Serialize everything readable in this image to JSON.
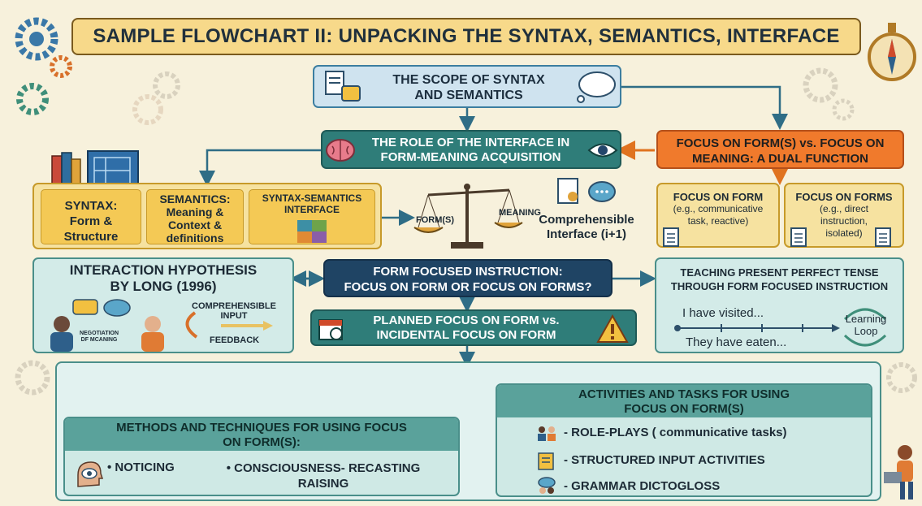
{
  "title": "SAMPLE FLOWCHART II: UNPACKING THE SYNTAX, SEMANTICS, INTERFACE",
  "scope": {
    "line1": "THE SCOPE OF SYNTAX",
    "line2": "AND SEMANTICS"
  },
  "role": {
    "line1": "THE ROLE OF THE INTERFACE IN",
    "line2": "FORM-MEANING ACQUISITION"
  },
  "focus_dual": {
    "line1": "FOCUS ON FORM(S) vs. FOCUS ON",
    "line2": "MEANING: A DUAL FUNCTION"
  },
  "syntax": {
    "head": "SYNTAX:",
    "body1": "Form &",
    "body2": "Structure"
  },
  "semantics": {
    "head1": "SEMANTICS:",
    "head2": "Meaning &",
    "body1": "Context &",
    "body2": "definitions"
  },
  "interface": {
    "head1": "SYNTAX-SEMANTICS",
    "head2": "INTERFACE"
  },
  "scale": {
    "left": "FORM(S)",
    "right": "MEANING"
  },
  "comprehensible": {
    "line1": "Comprehensible",
    "line2": "Interface (i+1)"
  },
  "focus_form": {
    "head": "FOCUS ON FORM",
    "sub1": "(e.g., communicative",
    "sub2": "task, reactive)"
  },
  "focus_forms": {
    "head": "FOCUS ON FORMS",
    "sub1": "(e.g., direct",
    "sub2": "instruction,",
    "sub3": "isolated)"
  },
  "interaction": {
    "line1": "INTERACTION HYPOTHESIS",
    "line2": "BY LONG (1996)",
    "comp1": "COMPREHENSIBLE",
    "comp2": "INPUT",
    "neg1": "NEGOTIATION",
    "neg2": "DF MCANING",
    "feedback": "FEEDBACK"
  },
  "ffi": {
    "line1": "FORM FOCUSED INSTRUCTION:",
    "line2": "FOCUS ON FORM OR FOCUS ON FORMS?"
  },
  "planned": {
    "line1": "PLANNED FOCUS ON FORM vs.",
    "line2": "INCIDENTAL FOCUS ON FORM"
  },
  "teaching": {
    "line1": "TEACHING PRESENT PERFECT TENSE",
    "line2": "THROUGH FORM FOCUSED INSTRUCTION",
    "ex1": "I have visited...",
    "ex2": "They have eaten...",
    "loop1": "Learning",
    "loop2": "Loop"
  },
  "methods": {
    "head1": "METHODS AND TECHNIQUES FOR USING FOCUS",
    "head2": "ON FORM(S):",
    "item1": "• NOTICING",
    "item2a": "• CONSCIOUSNESS- RECASTING",
    "item2b": "RAISING"
  },
  "activities": {
    "head1": "ACTIVITIES AND TASKS FOR USING",
    "head2": "FOCUS ON FORM(S)",
    "item1": "- ROLE-PLAYS ( communicative tasks)",
    "item2": "- STRUCTURED INPUT ACTIVITIES",
    "item3": "- GRAMMAR DICTOGLOSS"
  },
  "colors": {
    "teal": "#2f7d79",
    "orange": "#f07a2c",
    "navy": "#1f4464",
    "yellow": "#f6e2a0",
    "blue": "#cfe3ef"
  }
}
